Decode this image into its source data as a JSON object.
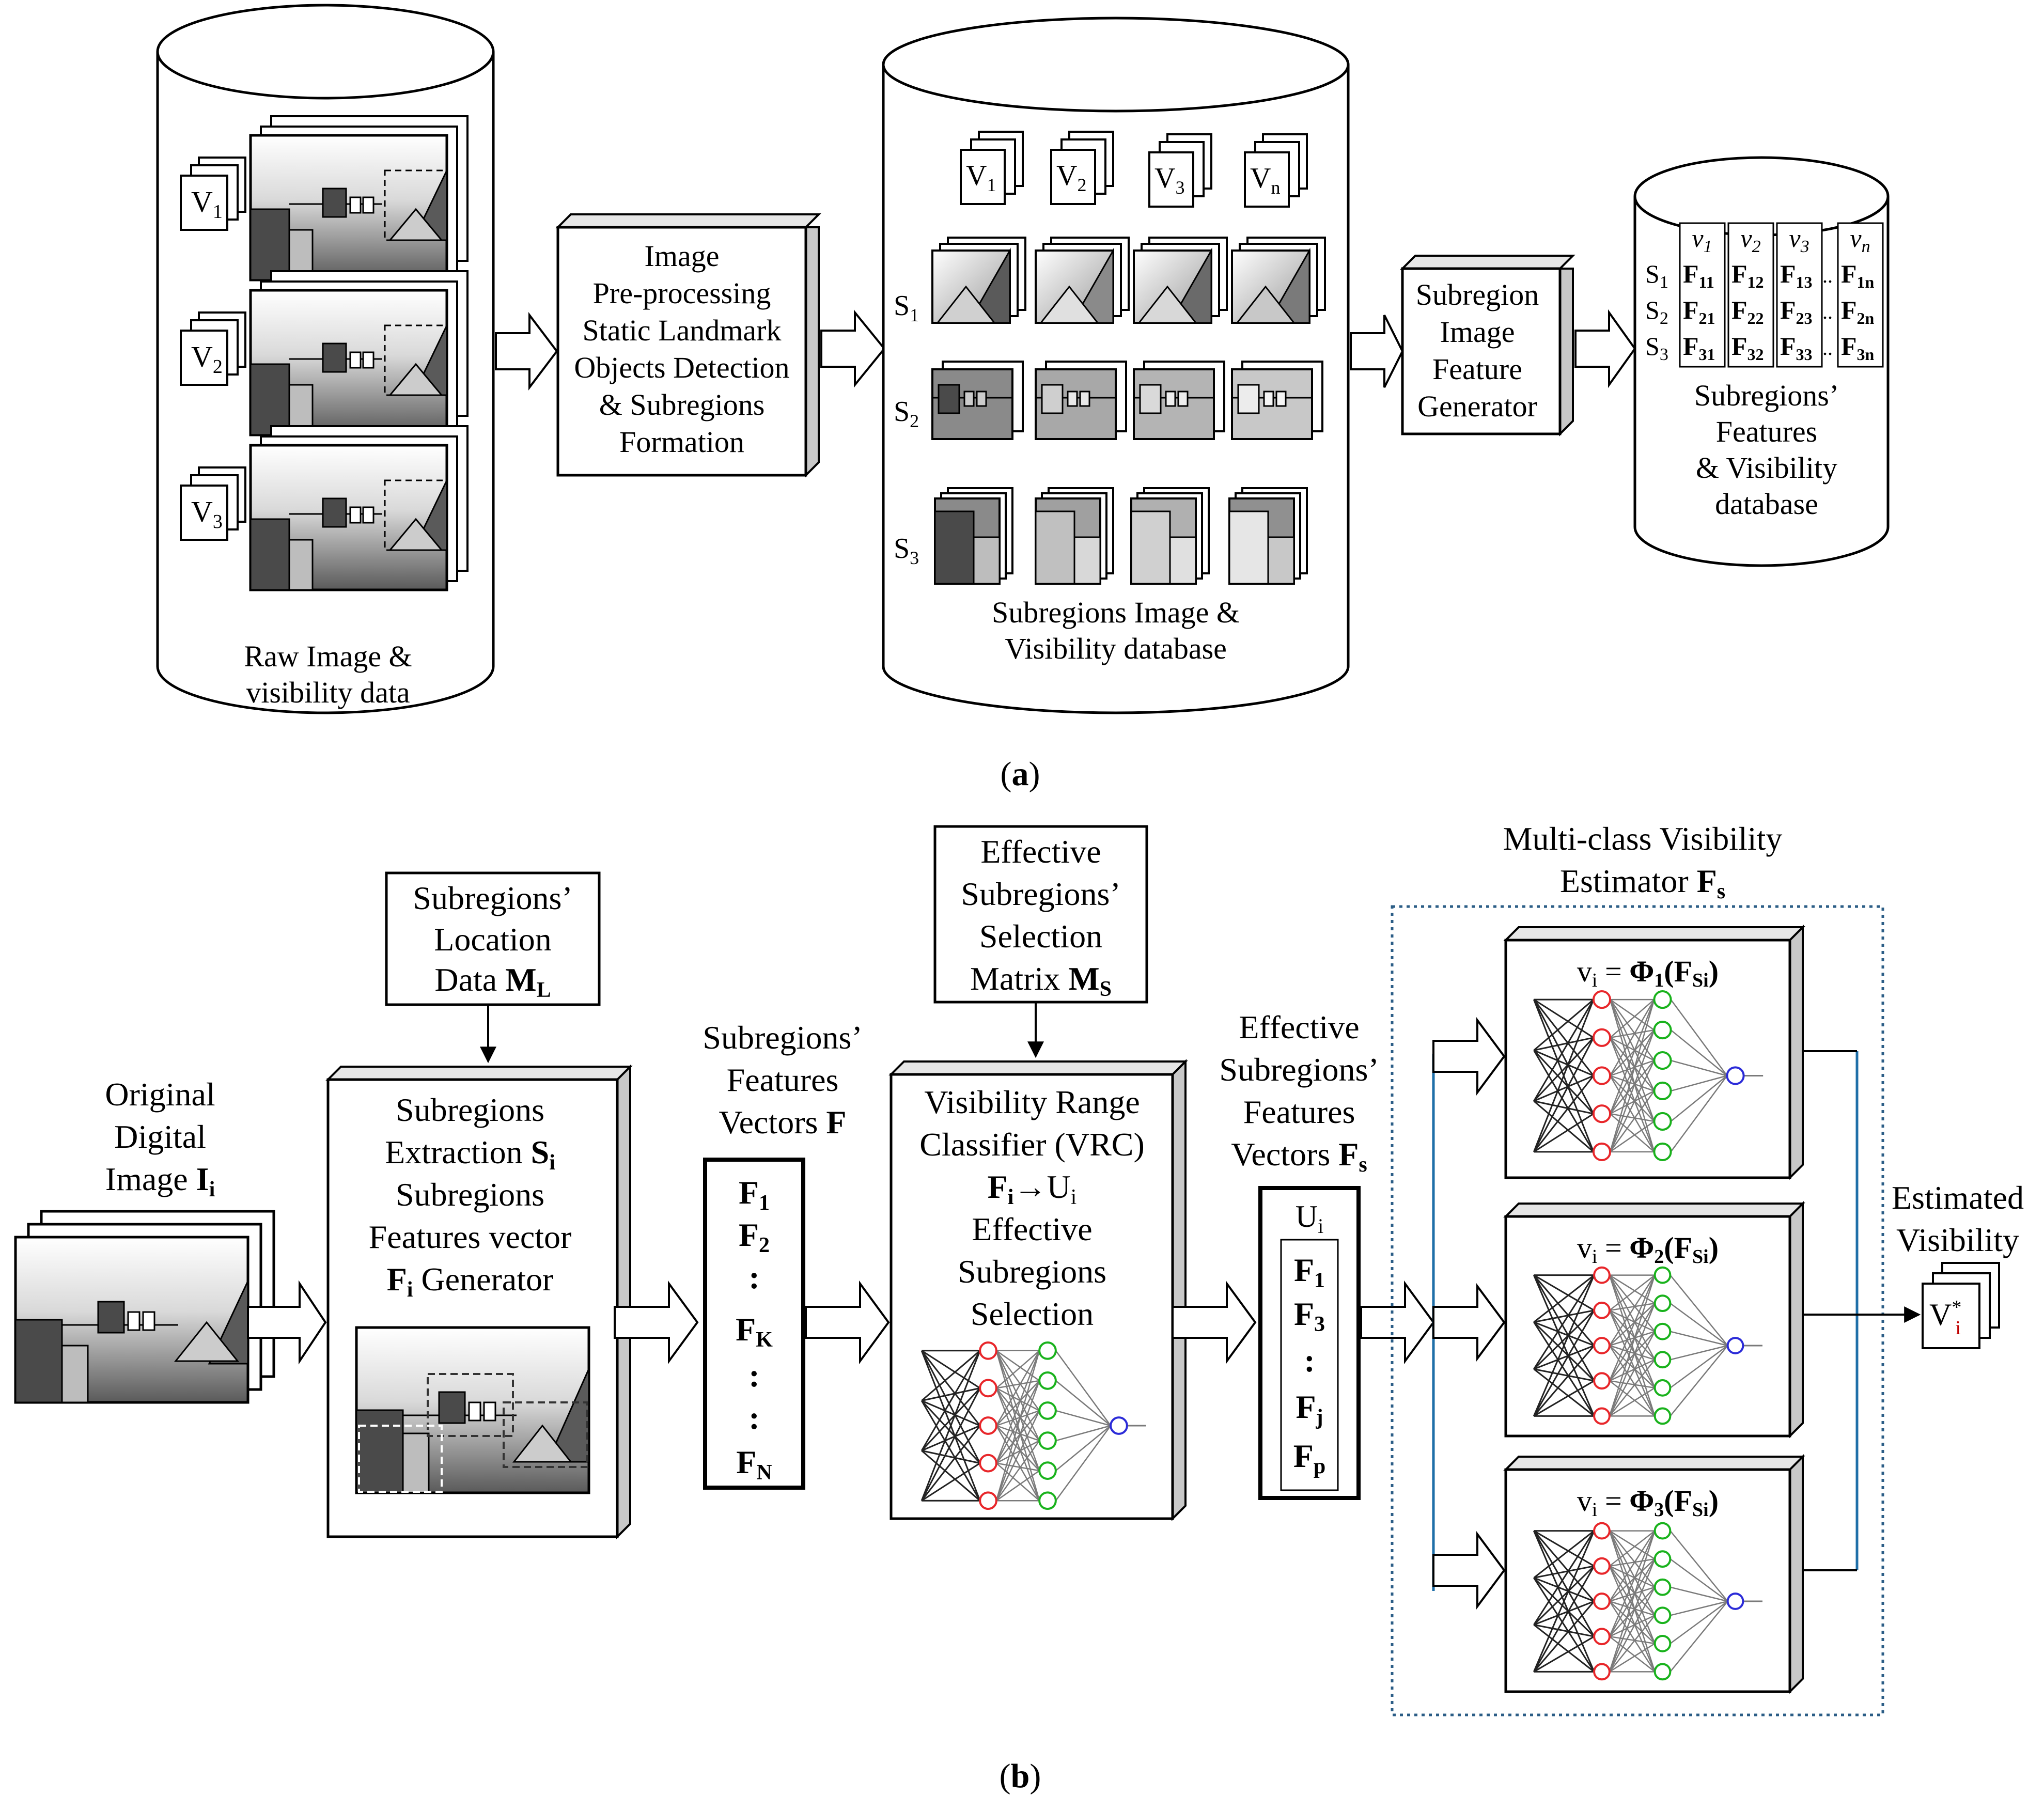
{
  "panel_a": {
    "caption_open": "(",
    "caption_letter": "a",
    "caption_close": ")",
    "raw_db": {
      "v1": "V",
      "v1_sub": "1",
      "v2": "V",
      "v2_sub": "2",
      "v3": "V",
      "v3_sub": "3",
      "label_line1": "Raw Image &",
      "label_line2": "visibility data"
    },
    "preprocess": {
      "line1": "Image",
      "line2": "Pre-processing",
      "line3": "Static Landmark",
      "line4": "Objects Detection",
      "line5": "& Subregions",
      "line6": "Formation"
    },
    "subregion_db": {
      "v1": "V",
      "v1_sub": "1",
      "v2": "V",
      "v2_sub": "2",
      "v3": "V",
      "v3_sub": "3",
      "vn": "V",
      "vn_sub": "n",
      "s1": "S",
      "s1_sub": "1",
      "s2": "S",
      "s2_sub": "2",
      "s3": "S",
      "s3_sub": "3",
      "label_line1": "Subregions Image &",
      "label_line2": "Visibility database"
    },
    "feature_generator": {
      "line1": "Subregion",
      "line2": "Image",
      "line3": "Feature",
      "line4": "Generator"
    },
    "feature_db": {
      "col_headers": [
        {
          "main": "v",
          "sub": "1"
        },
        {
          "main": "v",
          "sub": "2"
        },
        {
          "main": "v",
          "sub": "3"
        },
        {
          "main": "v",
          "sub": "n"
        }
      ],
      "rows": [
        {
          "label": "S",
          "label_sub": "1",
          "cells": [
            {
              "main": "F",
              "sub": "11"
            },
            {
              "main": "F",
              "sub": "12"
            },
            {
              "main": "F",
              "sub": "13"
            },
            {
              "main": "F",
              "sub": "1n"
            }
          ]
        },
        {
          "label": "S",
          "label_sub": "2",
          "cells": [
            {
              "main": "F",
              "sub": "21"
            },
            {
              "main": "F",
              "sub": "22"
            },
            {
              "main": "F",
              "sub": "23"
            },
            {
              "main": "F",
              "sub": "2n"
            }
          ]
        },
        {
          "label": "S",
          "label_sub": "3",
          "cells": [
            {
              "main": "F",
              "sub": "31"
            },
            {
              "main": "F",
              "sub": "32"
            },
            {
              "main": "F",
              "sub": "33"
            },
            {
              "main": "F",
              "sub": "3n"
            }
          ]
        }
      ],
      "ellipsis": "..",
      "label_line1": "Subregions’",
      "label_line2": "Features",
      "label_line3": "& Visibility",
      "label_line4": "database"
    }
  },
  "panel_b": {
    "caption_open": "(",
    "caption_letter": "b",
    "caption_close": ")",
    "original_image": {
      "line1": "Original",
      "line2": "Digital",
      "line3_text": "Image ",
      "line3_sym": "I",
      "line3_sub": "i"
    },
    "location_data": {
      "line1": "Subregions’",
      "line2": "Location",
      "line3_text": "Data ",
      "line3_sym": "M",
      "line3_sub": "L"
    },
    "extraction": {
      "line1": "Subregions",
      "line2_text": "Extraction ",
      "line2_sym": "S",
      "line2_sub": "i",
      "line3": "Subregions",
      "line4": "Features vector",
      "line5_sym": "F",
      "line5_sub": "i",
      "line5_text": " Generator"
    },
    "features_vectors": {
      "line1": "Subregions’",
      "line2": "Features",
      "line3_text": "Vectors ",
      "line3_sym": "F",
      "items": [
        {
          "main": "F",
          "sub": "1"
        },
        {
          "main": "F",
          "sub": "2"
        },
        {
          "main": ":",
          "sub": ""
        },
        {
          "main": "F",
          "sub": "K"
        },
        {
          "main": ":",
          "sub": ""
        },
        {
          "main": ":",
          "sub": ""
        },
        {
          "main": "F",
          "sub": "N"
        }
      ]
    },
    "selection_matrix": {
      "line1": "Effective",
      "line2": "Subregions’",
      "line3": "Selection",
      "line4_text": "Matrix ",
      "line4_sym": "M",
      "line4_sub": "S"
    },
    "vrc": {
      "line1": "Visibility Range",
      "line2": "Classifier (VRC)",
      "line3_sym": "F",
      "line3_sub": "i",
      "line3_arrow": "→U",
      "line3_sub2": "i",
      "line4": "Effective",
      "line5": "Subregions",
      "line6": "Selection"
    },
    "effective_vectors": {
      "line1": "Effective",
      "line2": "Subregions’",
      "line3": "Features",
      "line4_text": "Vectors ",
      "line4_sym": "F",
      "line4_sub": "s",
      "header": "U",
      "header_sub": "i",
      "items": [
        {
          "main": "F",
          "sub": "1"
        },
        {
          "main": "F",
          "sub": "3"
        },
        {
          "main": ":",
          "sub": ""
        },
        {
          "main": "F",
          "sub": "j"
        },
        {
          "main": "F",
          "sub": "p"
        }
      ]
    },
    "estimator": {
      "title_line1": "Multi-class Visibility",
      "title_line2_text": "Estimator ",
      "title_line2_sym": "F",
      "title_line2_sub": "s",
      "models": [
        {
          "v": "v",
          "v_sub": "i",
          "eq": " = ",
          "phi": "Φ",
          "phi_sub": "1",
          "arg_open": "(",
          "arg": "F",
          "arg_sub": "Si",
          "arg_close": ")"
        },
        {
          "v": "v",
          "v_sub": "i",
          "eq": " = ",
          "phi": "Φ",
          "phi_sub": "2",
          "arg_open": "(",
          "arg": "F",
          "arg_sub": "Si",
          "arg_close": ")"
        },
        {
          "v": "v",
          "v_sub": "i",
          "eq": " = ",
          "phi": "Φ",
          "phi_sub": "3",
          "arg_open": "(",
          "arg": "F",
          "arg_sub": "Si",
          "arg_close": ")"
        }
      ]
    },
    "output": {
      "line1": "Estimated",
      "line2": "Visibility",
      "symbol": "V",
      "sup": "*",
      "sub": "i"
    }
  },
  "colors": {
    "stroke": "#000000",
    "box_side": "#c8c8c8",
    "dark_block": "#4a4a4a",
    "mid_block": "#8a8a8a",
    "light_block": "#cfcfcf",
    "nn_input": "#000000",
    "nn_hidden1": "#e8262a",
    "nn_hidden2": "#19b21c",
    "nn_output": "#2b2bd8",
    "nn_edge": "#7a7a7a",
    "bracket_line": "#1f6fa8",
    "dotted_border": "#2b5d86"
  }
}
